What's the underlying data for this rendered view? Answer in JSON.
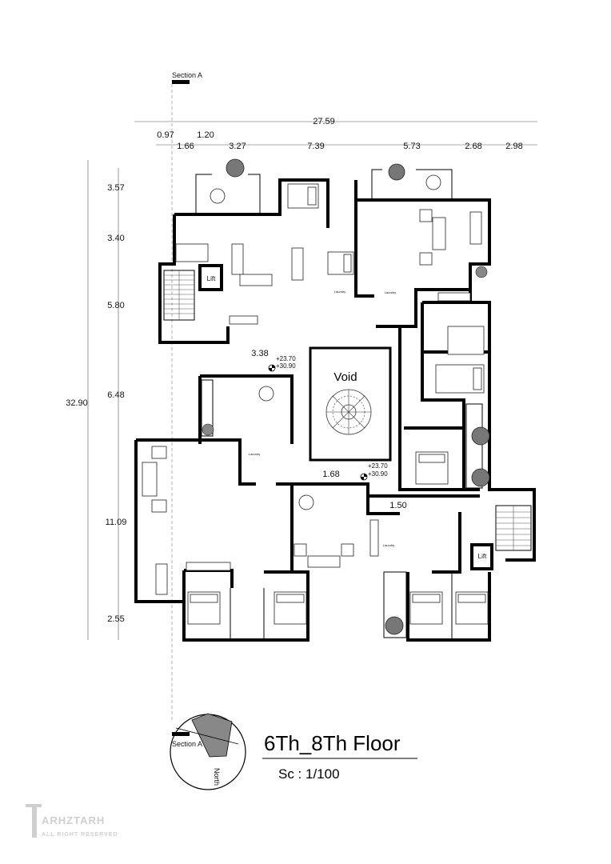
{
  "section_marker": "Section A",
  "dimensions_top": {
    "total": "27.59",
    "row1": [
      "0.97",
      "1.20"
    ],
    "row2": [
      "1.66",
      "3.27",
      "7.39",
      "5.73",
      "2.68",
      "2.98"
    ]
  },
  "dimensions_left": {
    "total": "32.90",
    "segments": [
      "3.57",
      "3.40",
      "5.80",
      "6.48",
      "11.09",
      "2.55"
    ]
  },
  "room_labels": {
    "lift": "Lift",
    "void": "Void",
    "laundry": "Laundry"
  },
  "inner_dimensions": [
    "3.38",
    "1.68",
    "1.50"
  ],
  "levels": {
    "a": "+23.70",
    "b": "+30.90"
  },
  "title": "6Th_8Th Floor",
  "scale": "Sc : 1/100",
  "compass": {
    "north": "North"
  },
  "brand": {
    "name": "ARHZTARH",
    "rights": "ALL RIGHT RESERVED"
  }
}
